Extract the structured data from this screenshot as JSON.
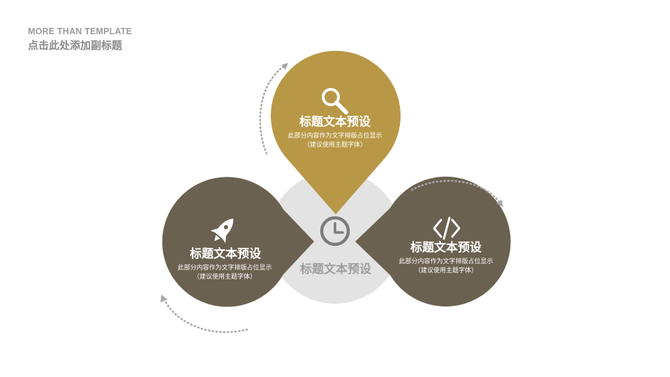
{
  "header": {
    "title_en": "MORE THAN TEMPLATE",
    "subtitle_cn": "点击此处添加副标题"
  },
  "center": {
    "icon": "clock-icon",
    "title": "标题文本预设",
    "color": "#e3e3e3"
  },
  "petals": [
    {
      "icon": "search-icon",
      "title": "标题文本预设",
      "line1": "此部分内容作为文字排版占位显示",
      "line2": "（建议使用主题字体）",
      "color": "#b89846"
    },
    {
      "icon": "rocket-icon",
      "title": "标题文本预设",
      "line1": "此部分内容作为文字排版占位显示",
      "line2": "（建议使用主题字体）",
      "color": "#6b6150"
    },
    {
      "icon": "code-icon",
      "title": "标题文本预设",
      "line1": "此部分内容作为文字排版占位显示",
      "line2": "（建议使用主题字体）",
      "color": "#6b6150"
    }
  ]
}
